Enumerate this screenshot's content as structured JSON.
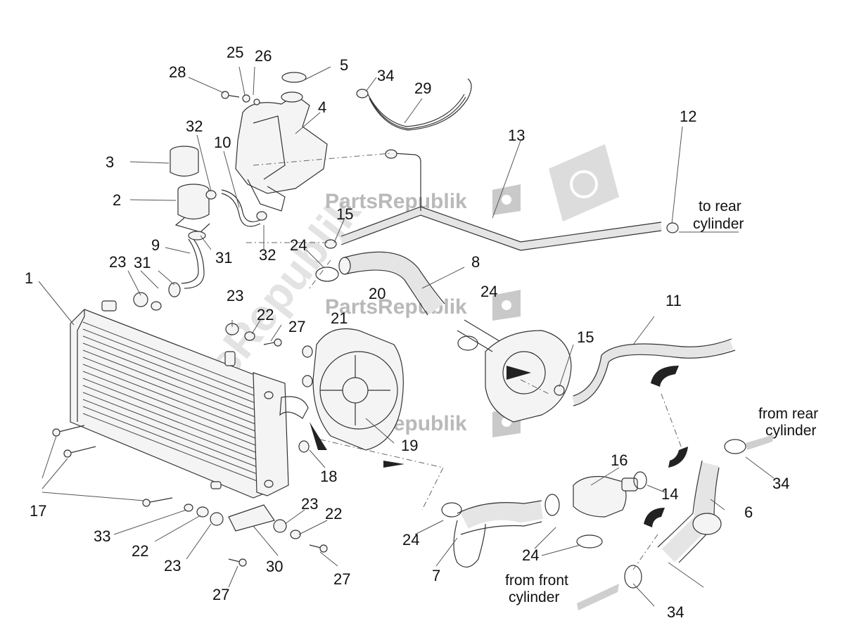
{
  "watermark": {
    "brand": "PartsRepublik"
  },
  "part_labels": {
    "p1": "1",
    "p2": "2",
    "p3": "3",
    "p4": "4",
    "p5": "5",
    "p6": "6",
    "p7": "7",
    "p8": "8",
    "p9": "9",
    "p10": "10",
    "p11": "11",
    "p12": "12",
    "p13": "13",
    "p14": "14",
    "p15": "15",
    "p16": "16",
    "p17": "17",
    "p18": "18",
    "p19": "19",
    "p20": "20",
    "p21": "21",
    "p22": "22",
    "p23": "23",
    "p24": "24",
    "p25": "25",
    "p26": "26",
    "p27": "27",
    "p28": "28",
    "p29": "29",
    "p30": "30",
    "p31": "31",
    "p32": "32",
    "p33": "33",
    "p34": "34"
  },
  "notes": {
    "to_rear_1": "to rear",
    "to_rear_2": "cylinder",
    "from_rear_1": "from rear",
    "from_rear_2": "cylinder",
    "from_front_1": "from front",
    "from_front_2": "cylinder"
  }
}
